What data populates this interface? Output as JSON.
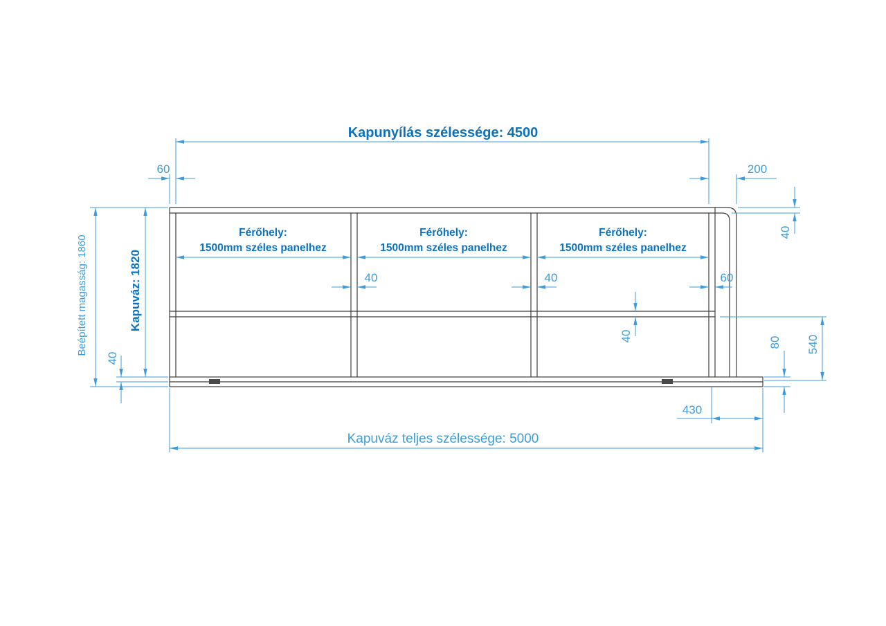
{
  "colors": {
    "dimension_blue": "#3F9CD8",
    "accent_blue": "#0B72C0",
    "frame_gray": "#3c3c3c",
    "background": "#ffffff"
  },
  "labels": {
    "opening_width": "Kapunyílás szélessége: 4500",
    "total_width": "Kapuváz teljes szélessége: 5000",
    "built_in_height": "Beépített magasság: 1860",
    "frame_height": "Kapuváz: 1820"
  },
  "dims": {
    "left_stile_width": "60",
    "right_side_offset": "200",
    "top_rail_thickness": "40",
    "mullion1_width": "40",
    "mullion2_width": "40",
    "right_stile_width": "60",
    "mid_rail_thickness": "40",
    "sill_front_height": "40",
    "sill_total_height": "80",
    "lower_section_height": "540",
    "sill_right_overhang": "430"
  },
  "panels": [
    {
      "line1": "Férőhely:",
      "line2": "1500mm széles panelhez"
    },
    {
      "line1": "Férőhely:",
      "line2": "1500mm széles panelhez"
    },
    {
      "line1": "Férőhely:",
      "line2": "1500mm széles panelhez"
    }
  ]
}
